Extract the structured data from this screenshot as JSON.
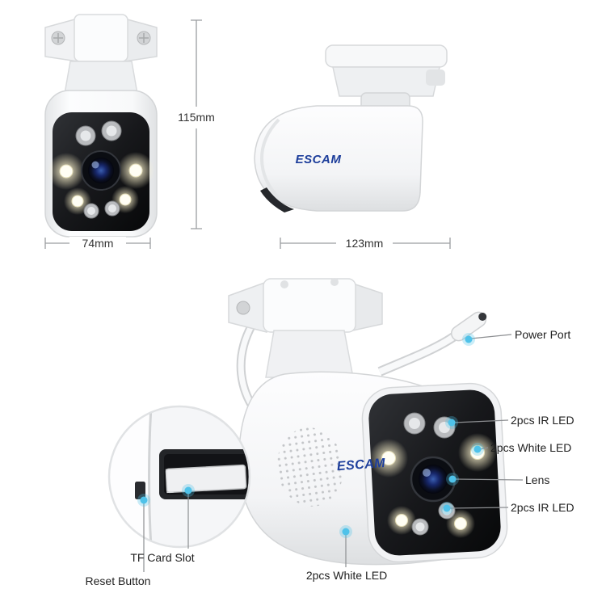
{
  "colors": {
    "logo_blue": "#1d3e9b",
    "callout_dot": "#4fc2e9",
    "text_dark": "#1f1f1f",
    "dimension_text": "#333333",
    "line_gray": "#8d8f92",
    "camera_body": "#f5f6f8",
    "camera_face": "#17181b"
  },
  "brand": {
    "name": "ESCAM"
  },
  "dimensions": {
    "height_label": "115mm",
    "width_label": "74mm",
    "length_label": "123mm"
  },
  "callouts": {
    "power_port": "Power Port",
    "ir_led_top": "2pcs IR LED",
    "white_led_side": "2pcs White LED",
    "lens": "Lens",
    "ir_led_bottom": "2pcs IR LED",
    "white_led_bottom": "2pcs White LED",
    "tf_card_slot": "TF Card Slot",
    "reset_button": "Reset Button"
  }
}
